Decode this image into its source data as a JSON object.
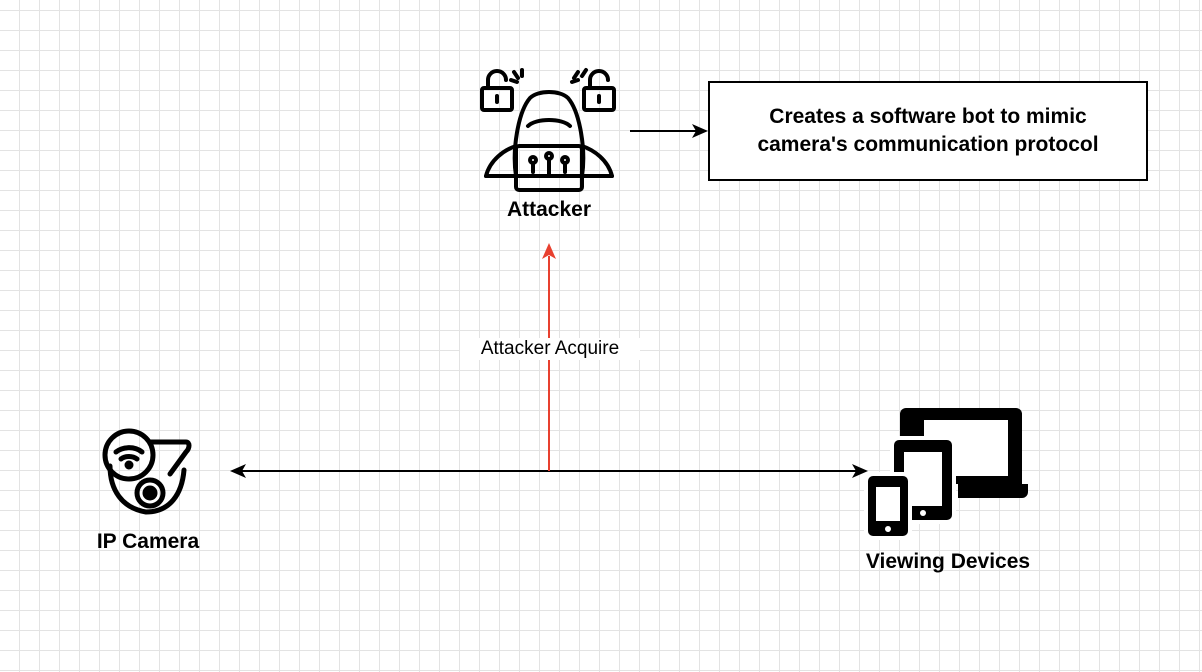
{
  "nodes": {
    "attacker": {
      "label": "Attacker",
      "icon": "hacker-icon"
    },
    "camera": {
      "label": "IP Camera",
      "icon": "ip-camera-icon"
    },
    "devices": {
      "label": "Viewing Devices",
      "icon": "devices-icon"
    }
  },
  "note": {
    "text": "Creates a software bot to mimic camera's communication protocol"
  },
  "edges": {
    "acquire": {
      "label": "Attacker Acquire",
      "color": "#e8402f"
    },
    "camera_devices": {
      "color": "#000000"
    },
    "attacker_note": {
      "color": "#000000"
    }
  }
}
